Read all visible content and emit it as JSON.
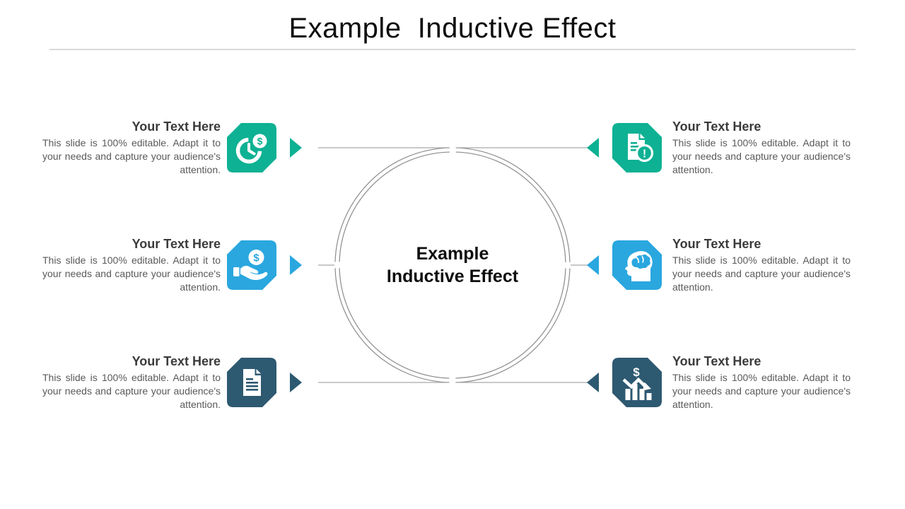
{
  "slide": {
    "title": "Example  Inductive Effect",
    "center_label": {
      "line1": "Example",
      "line2": "Inductive Effect"
    }
  },
  "colors": {
    "teal": "#0EB193",
    "blue": "#2AA7DF",
    "navy": "#2D5971",
    "circle_stroke": "#8C8C8C",
    "connector_line": "#A9A9A9",
    "divider": "#D9D9D9",
    "heading_text": "#3B3B3B",
    "body_text": "#595959"
  },
  "items": {
    "left": [
      {
        "heading": "Your Text Here",
        "body": "This slide is 100% editable. Adapt it to your needs and capture your audience's attention.",
        "icon": "clock-dollar-icon",
        "color": "#0EB193"
      },
      {
        "heading": "Your Text Here",
        "body": "This slide is 100% editable. Adapt it to your needs and capture your audience's attention.",
        "icon": "hand-coin-icon",
        "color": "#2AA7DF"
      },
      {
        "heading": "Your Text Here",
        "body": "This slide is 100% editable. Adapt it to your needs and capture your audience's attention.",
        "icon": "document-icon",
        "color": "#2D5971"
      }
    ],
    "right": [
      {
        "heading": "Your Text Here",
        "body": "This slide is 100% editable. Adapt it to your needs and capture your audience's attention.",
        "icon": "document-alert-icon",
        "color": "#0EB193"
      },
      {
        "heading": "Your Text Here",
        "body": "This slide is 100% editable. Adapt it to your needs and capture your audience's attention.",
        "icon": "head-brain-icon",
        "color": "#2AA7DF"
      },
      {
        "heading": "Your Text Here",
        "body": "This slide is 100% editable. Adapt it to your needs and capture your audience's attention.",
        "icon": "declining-bar-chart-icon",
        "color": "#2D5971"
      }
    ]
  }
}
